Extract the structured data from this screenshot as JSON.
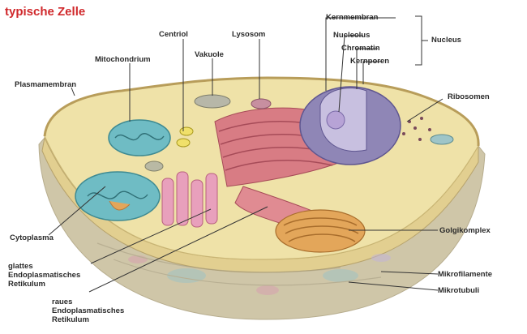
{
  "title": "typische Zelle",
  "labels": {
    "kernmembran": "Kernmembran",
    "nucleolus": "Nucleolus",
    "chromatin": "Chromatin",
    "kernporen": "Kernporen",
    "nucleus": "Nucleus",
    "centriol": "Centriol",
    "lysosom": "Lysosom",
    "vakuole": "Vakuole",
    "mitochondrium": "Mitochondrium",
    "plasmamembran": "Plasmamembran",
    "ribosomen": "Ribosomen",
    "cytoplasma": "Cytoplasma",
    "golgikomplex": "Golgikomplex",
    "glattes_er": [
      "glattes",
      "Endoplasmatisches",
      "Retikulum"
    ],
    "raues_er": [
      "raues",
      "Endoplasmatisches",
      "Retikulum"
    ],
    "mikrofilamente": "Mikrofilamente",
    "mikrotubuli": "Mikrotubuli"
  },
  "colors": {
    "title": "#d0282b",
    "cytoplasm": "#efe2a8",
    "cell_side": "#e2cf90",
    "cell_bottom": "#cfc6a8",
    "nucleus": "#8f86b6",
    "nucleolus": "#b7a3d6",
    "rough_er": "#d87c84",
    "smooth_er": "#e8a0bc",
    "mitochondrion": "#6fbcc4",
    "golgi": "#e3a65a",
    "leader": "#333333"
  }
}
